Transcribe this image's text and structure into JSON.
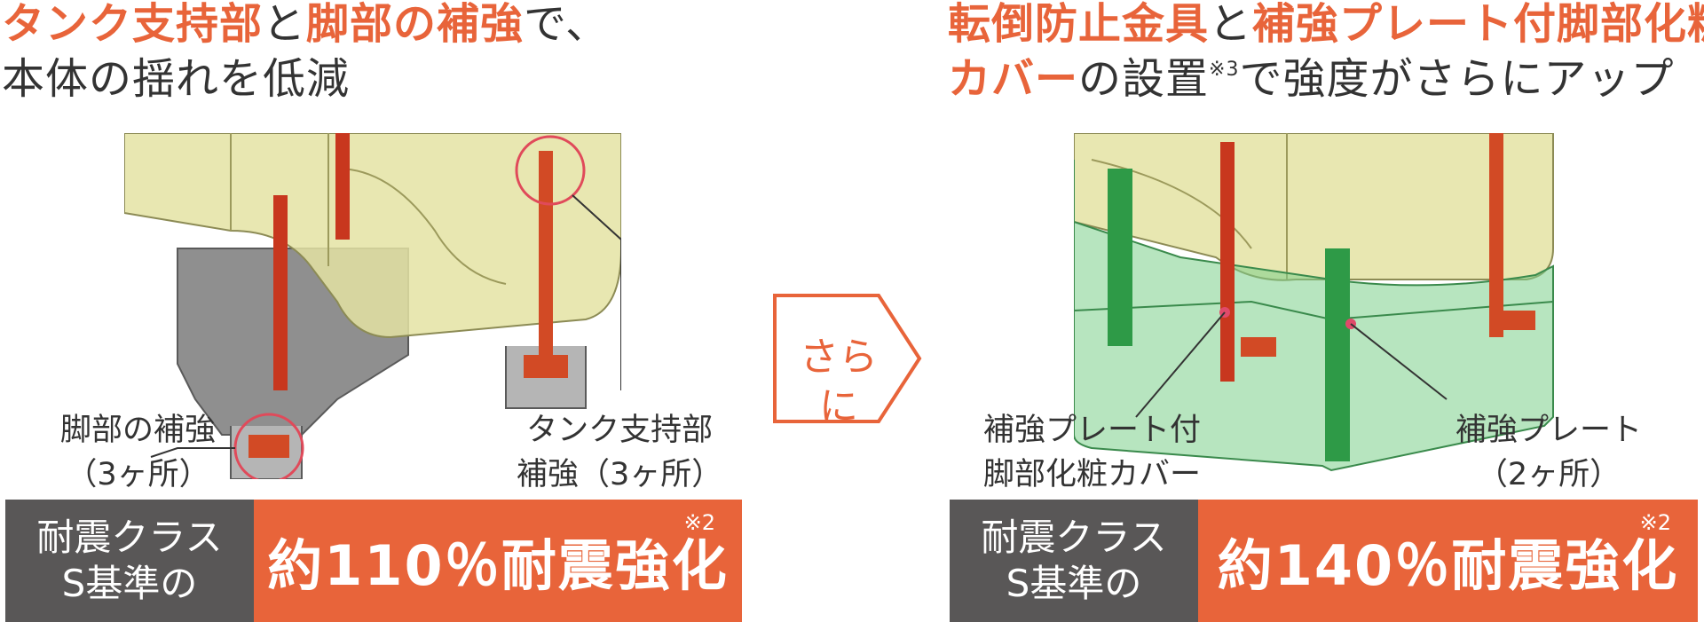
{
  "left": {
    "heading": {
      "line1_hl1": "タンク支持部",
      "line1_mid": "と",
      "line1_hl2": "脚部の補強",
      "line1_end": "で、",
      "line2": "本体の揺れを低減"
    },
    "callouts": {
      "leg_line1": "脚部の補強",
      "leg_line2": "（3ヶ所）",
      "tank_line1": "タンク支持部",
      "tank_line2": "補強（3ヶ所）"
    },
    "badge": {
      "class_line1": "耐震クラス",
      "class_line2": "S基準の",
      "value": "約110％耐震強化",
      "note": "※2"
    }
  },
  "arrow": {
    "label": "さらに"
  },
  "right": {
    "heading": {
      "line1_hl1": "転倒防止金具",
      "line1_mid": "と",
      "line1_hl2": "補強プレート付脚部化粧",
      "line2_hl": "カバー",
      "line2_mid": "の設置",
      "line2_sup": "※3",
      "line2_end": "で強度がさらにアップ"
    },
    "callouts": {
      "cover_line1": "補強プレート付",
      "cover_line2": "脚部化粧カバー",
      "plate_line1": "補強プレート",
      "plate_line2": "（2ヶ所）"
    },
    "badge": {
      "class_line1": "耐震クラス",
      "class_line2": "S基準の",
      "value": "約140％耐震強化",
      "note": "※2"
    }
  },
  "colors": {
    "accent": "#e8643a",
    "dark": "#595757",
    "tank": "#e4e3a3",
    "red_bracket": "#c8371e",
    "green_cover": "#2e9a47"
  }
}
